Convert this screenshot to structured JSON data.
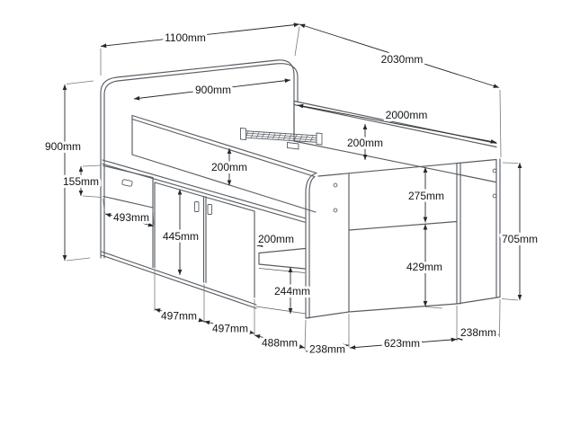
{
  "diagram": {
    "subject": "Cabin bed with storage cupboard, drawer and shelf - dimensioned line drawing",
    "unit": "mm"
  },
  "colors": {
    "background": "#ffffff",
    "furniture_line": "#585d63",
    "dimension_line": "#26282a",
    "extension_line": "#74787c",
    "label_text": "#121416"
  },
  "dims": {
    "overall_width": {
      "label": "1100mm",
      "value": 1100
    },
    "overall_length": {
      "label": "2030mm",
      "value": 2030
    },
    "overall_height": {
      "label": "900mm",
      "value": 900
    },
    "bed_width": {
      "label": "900mm",
      "value": 900
    },
    "bed_length": {
      "label": "2000mm",
      "value": 2000
    },
    "far_rail_height": {
      "label": "200mm",
      "value": 200
    },
    "near_rail_height": {
      "label": "200mm",
      "value": 200
    },
    "drawer_height": {
      "label": "155mm",
      "value": 155
    },
    "drawer_width": {
      "label": "493mm",
      "value": 493
    },
    "door_height": {
      "label": "445mm",
      "value": 445
    },
    "shelf_depth": {
      "label": "200mm",
      "value": 200
    },
    "shelf_height": {
      "label": "244mm",
      "value": 244
    },
    "frame_depth": {
      "label": "275mm",
      "value": 275
    },
    "foot_panel_height": {
      "label": "705mm",
      "value": 705
    },
    "underbed_clearance": {
      "label": "429mm",
      "value": 429
    },
    "left_door_width": {
      "label": "497mm",
      "value": 497
    },
    "right_door_width": {
      "label": "497mm",
      "value": 497
    },
    "shelf_bay_width": {
      "label": "488mm",
      "value": 488
    },
    "near_foot_leg_width": {
      "label": "238mm",
      "value": 238
    },
    "foot_opening_width": {
      "label": "623mm",
      "value": 623
    },
    "far_foot_leg_width": {
      "label": "238mm",
      "value": 238
    }
  }
}
